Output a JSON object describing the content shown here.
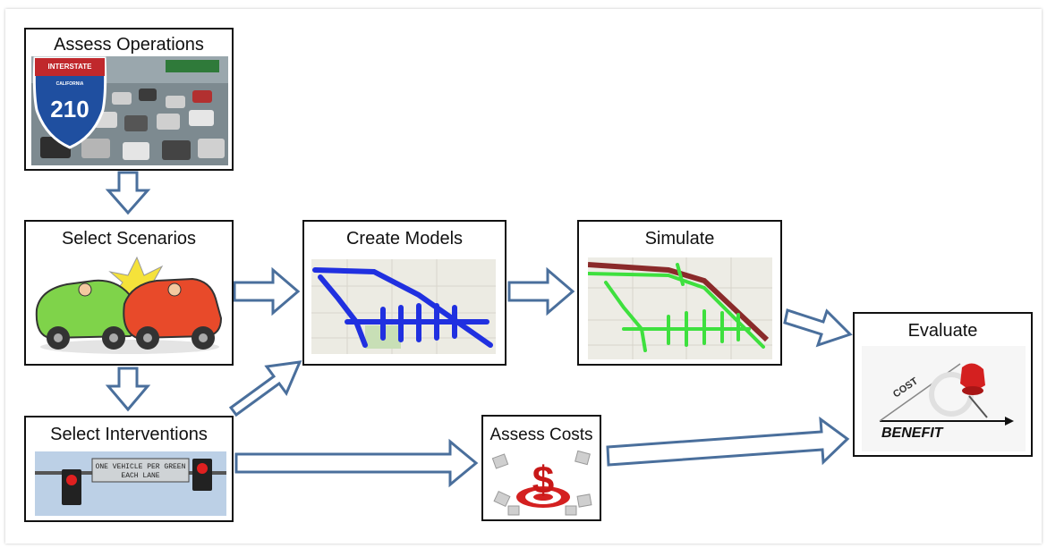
{
  "steps": {
    "assess_operations": "Assess Operations",
    "select_scenarios": "Select Scenarios",
    "create_models": "Create Models",
    "simulate": "Simulate",
    "evaluate": "Evaluate",
    "select_interventions": "Select Interventions",
    "assess_costs": "Assess Costs"
  },
  "images": {
    "highway_shield_top": "INTERSTATE",
    "highway_shield_state": "CALIFORNIA",
    "highway_shield_number": "210",
    "sign_line1": "ONE VEHICLE PER GREEN",
    "sign_line2": "EACH LANE",
    "cost_label": "COST",
    "benefit_label": "BENEFIT",
    "dollar_sign": "$"
  },
  "colors": {
    "arrow_stroke": "#4a6f9c",
    "model_network": "#2030e0",
    "simulate_network": "#3ee03e",
    "pushpin": "#d42020"
  }
}
